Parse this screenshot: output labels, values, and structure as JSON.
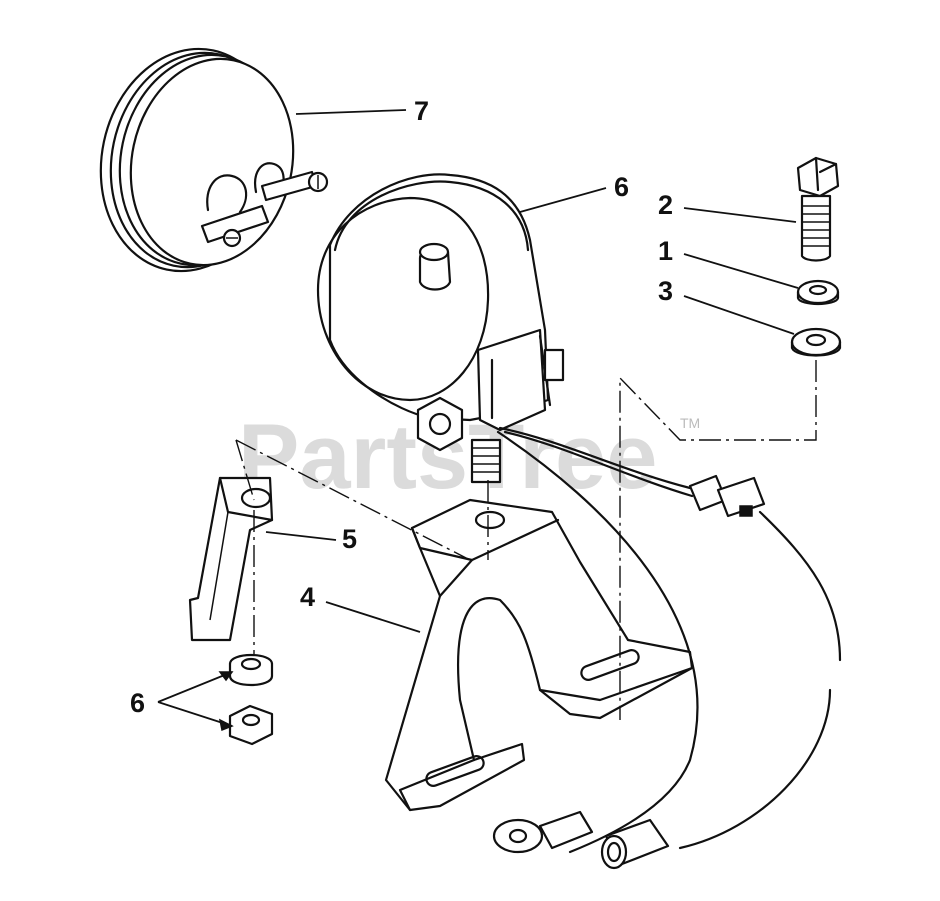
{
  "watermark": {
    "text": "PartsTree",
    "trademark": "TM"
  },
  "callouts": [
    {
      "id": "7",
      "label": "7"
    },
    {
      "id": "6a",
      "label": "6"
    },
    {
      "id": "2",
      "label": "2"
    },
    {
      "id": "1",
      "label": "1"
    },
    {
      "id": "3",
      "label": "3"
    },
    {
      "id": "5",
      "label": "5"
    },
    {
      "id": "4",
      "label": "4"
    },
    {
      "id": "6b",
      "label": "6"
    }
  ]
}
